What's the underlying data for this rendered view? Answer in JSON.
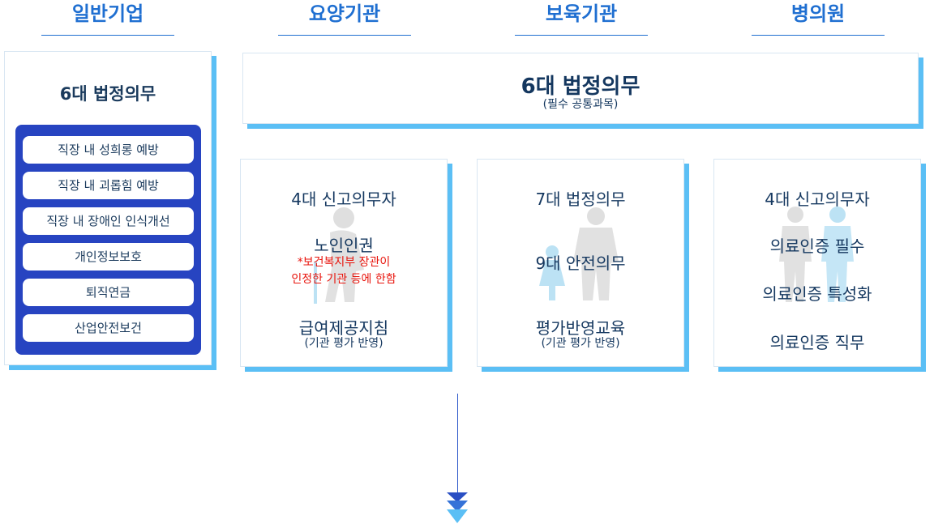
{
  "tabs": [
    {
      "label": "일반기업"
    },
    {
      "label": "요양기관"
    },
    {
      "label": "보육기관"
    },
    {
      "label": "병의원"
    }
  ],
  "general_card": {
    "title": "6대 법정의무",
    "items": [
      "직장 내 성희롱 예방",
      "직장 내 괴롭힘 예방",
      "직장 내 장애인 인식개선",
      "개인정보보호",
      "퇴직연금",
      "산업안전보건"
    ]
  },
  "common_card": {
    "title": "6대 법정의무",
    "subtitle": "(필수 공통과목)"
  },
  "care_card": {
    "line1": "4대 신고의무자",
    "line2": "노인인권",
    "note1": "*보건복지부 장관이",
    "note2": "인정한 기관 등에 한함",
    "line3": "급여제공지침",
    "line3_sub": "(기관 평가 반영)"
  },
  "childcare_card": {
    "line1": "7대 법정의무",
    "line2": "9대 안전의무",
    "line3": "평가반영교육",
    "line3_sub": "(기관 평가 반영)"
  },
  "hospital_card": {
    "line1": "4대 신고의무자",
    "line2": "의료인증 필수",
    "line3": "의료인증 특성화",
    "line4": "의료인증 직무"
  },
  "colors": {
    "accent": "#1f6fd1",
    "navy": "#14375f",
    "panel": "#2744c1",
    "shadow": "#5bbff5",
    "note_red": "#e8140c"
  },
  "icons": {
    "arrow": "triple-chevron-down-icon"
  }
}
